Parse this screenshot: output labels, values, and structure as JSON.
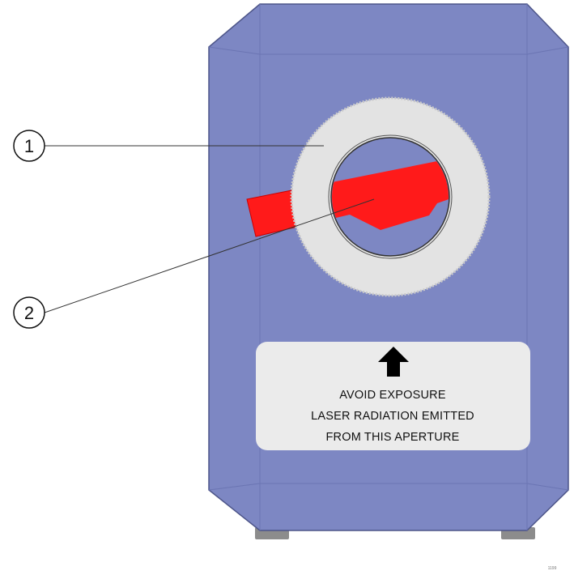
{
  "colors": {
    "housing": "#7d87c3",
    "housing_edge": "#6b75b3",
    "housing_outline": "#4d5589",
    "feet": "#8c8c8c",
    "ring": "#e3e3e3",
    "ring_edge": "#c9c9c9",
    "aperture": "#7d87c3",
    "shutter_lever": "#ff1a1a",
    "label_panel": "#ebebeb",
    "arrow": "#000000"
  },
  "callouts": [
    {
      "number": "1",
      "target": "aperture-ring"
    },
    {
      "number": "2",
      "target": "shutter-lever"
    }
  ],
  "warning_label": {
    "icon": "up-arrow-icon",
    "lines": [
      "AVOID EXPOSURE",
      "LASER RADIATION EMITTED",
      "FROM THIS APERTURE"
    ]
  },
  "figure_id": "1199"
}
